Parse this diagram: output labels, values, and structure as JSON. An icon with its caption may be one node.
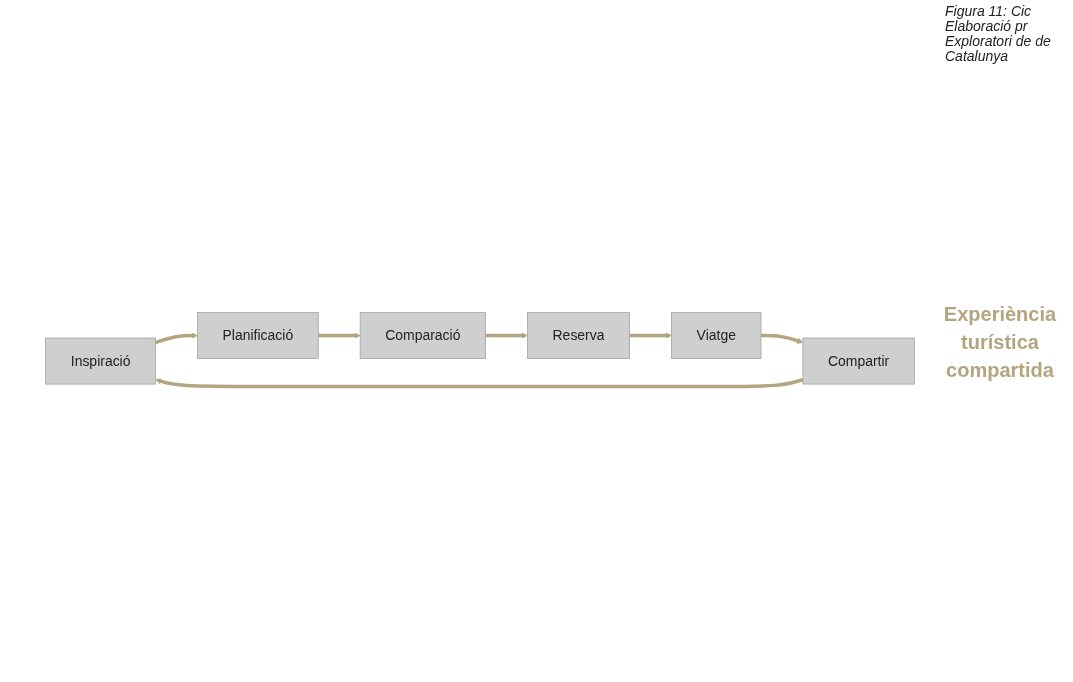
{
  "diagram": {
    "caption": "Figura 11: Cic Elaboració pr Exploratori de de Catalunya",
    "nodes": [
      {
        "text": [
          "Inspiració"
        ]
      },
      {
        "text": [
          "Planificació"
        ]
      },
      {
        "text": [
          "Comparació"
        ]
      },
      {
        "text": [
          "Reserva"
        ]
      },
      {
        "text": [
          "Viatge"
        ]
      },
      {
        "text": [
          "Compartir"
        ]
      }
    ],
    "edges": [
      {
        "from": 0,
        "to": 1,
        "arrow": "to"
      },
      {
        "from": 1,
        "to": 2,
        "arrow": "to"
      },
      {
        "from": 2,
        "to": 3,
        "arrow": "to"
      },
      {
        "from": 3,
        "to": 4,
        "arrow": "to"
      },
      {
        "from": 4,
        "to": 5,
        "arrow": "to"
      },
      {
        "from": 5,
        "to": 0,
        "arrow": "to"
      }
    ],
    "labels": [
      "Experiència turística compartida"
    ]
  }
}
